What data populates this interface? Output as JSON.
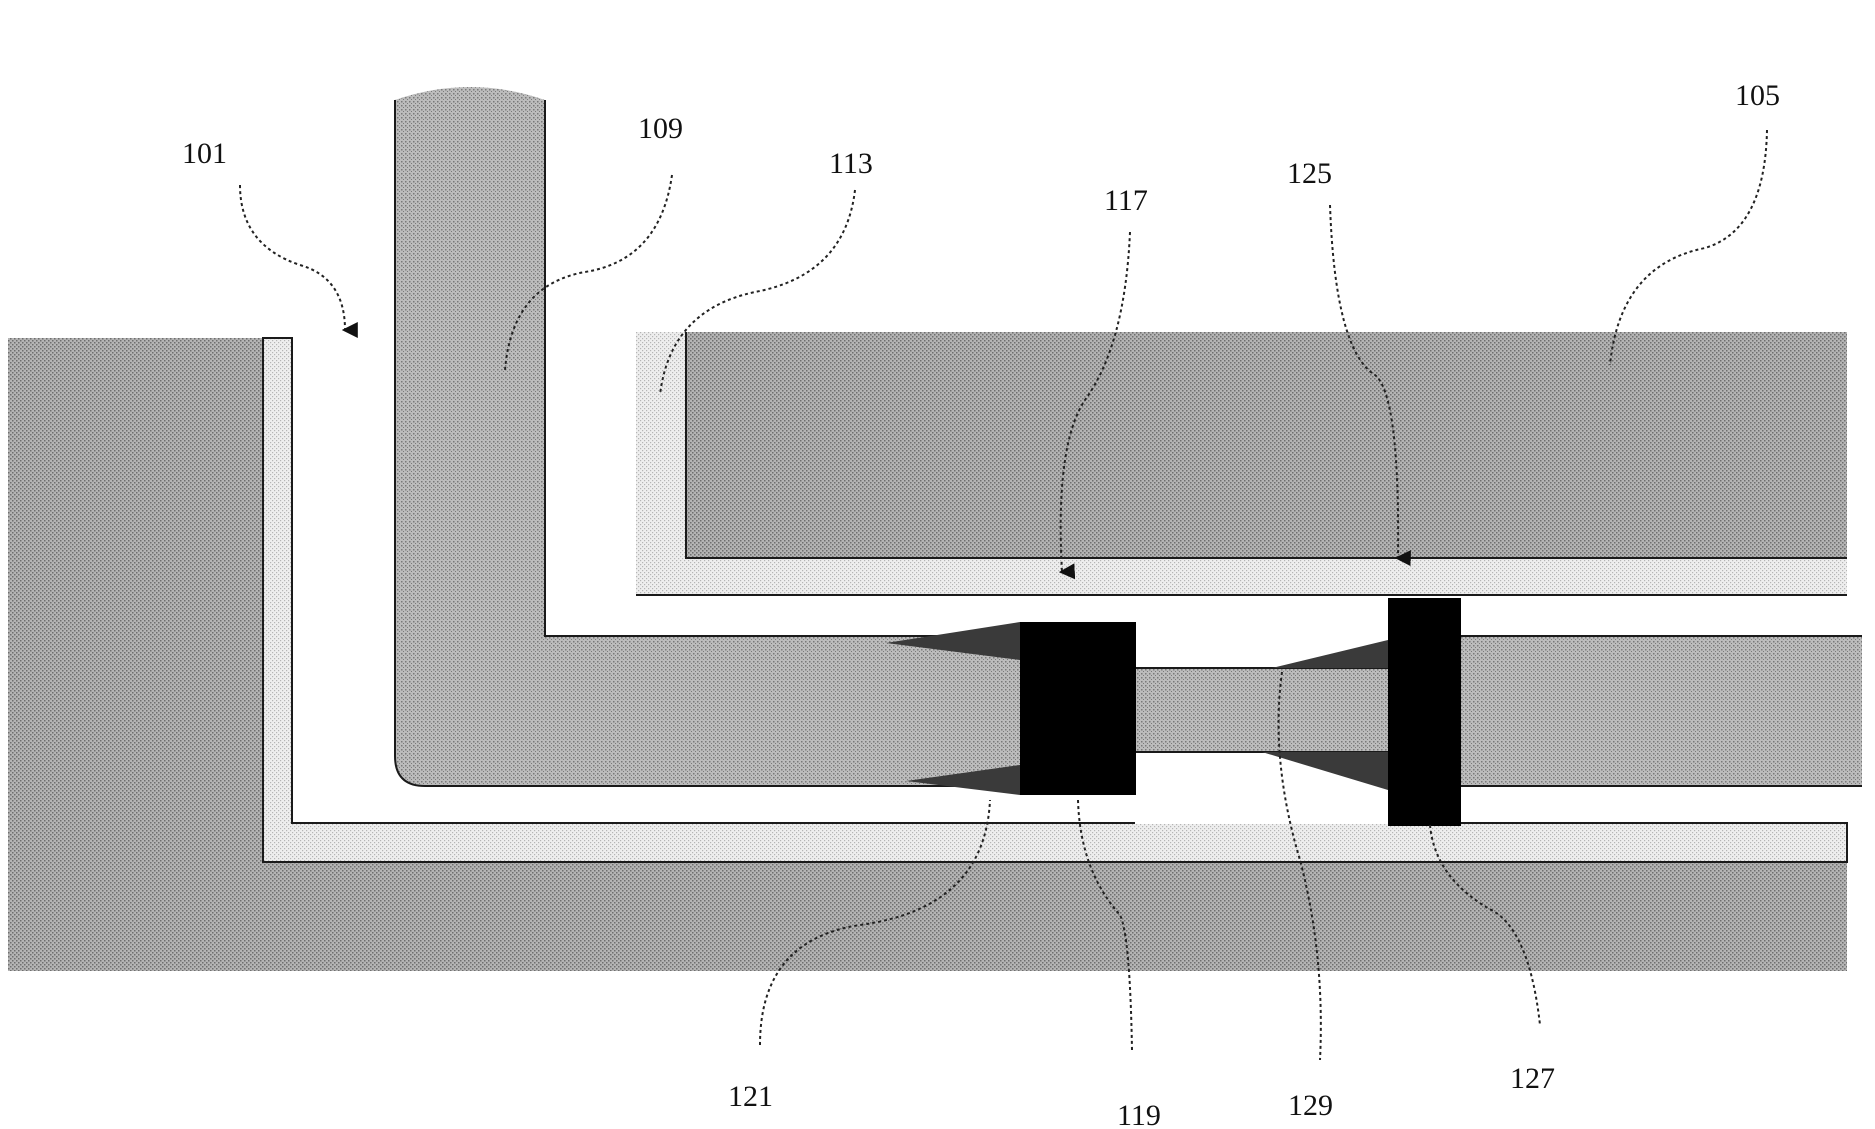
{
  "figure": {
    "labels": {
      "l101": "101",
      "l105": "105",
      "l109": "109",
      "l113": "113",
      "l117": "117",
      "l119": "119",
      "l121": "121",
      "l125": "125",
      "l127": "127",
      "l129": "129"
    },
    "colors": {
      "formation": "#9a9a9a",
      "tubing": "#a3a3a3",
      "liner": "#dcdcdc",
      "packer": "#000000",
      "cone": "#3a3a3a",
      "background": "#ffffff"
    }
  }
}
